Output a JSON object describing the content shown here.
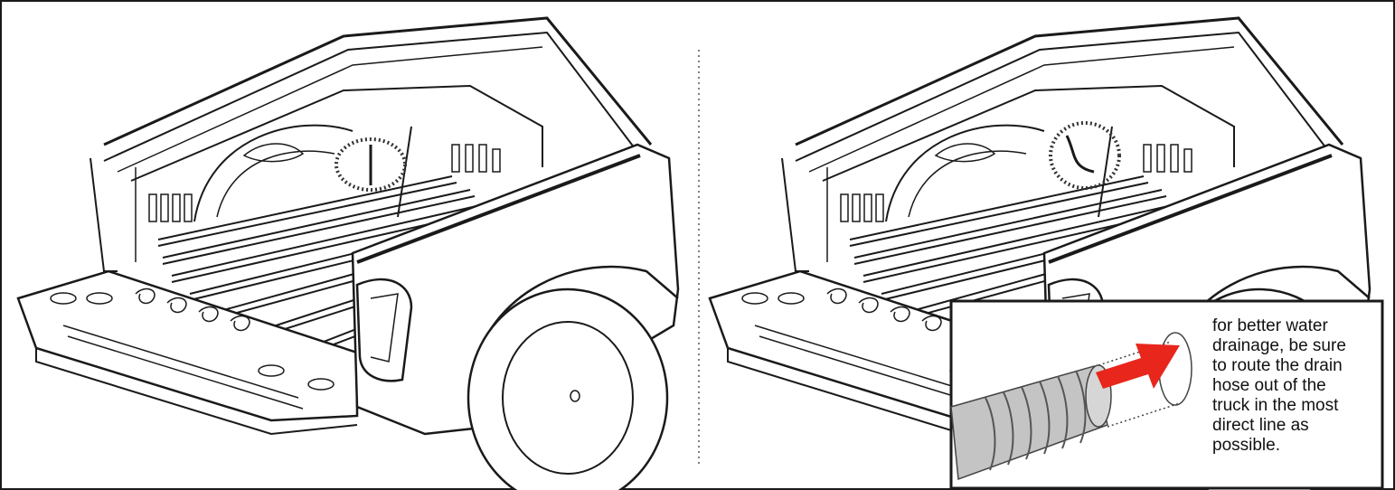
{
  "instruction": {
    "text_lines": [
      "for better water",
      "drainage, be sure",
      "to route the drain",
      "hose out of the",
      "truck in the most",
      "direct line as",
      "possible."
    ]
  },
  "colors": {
    "line": "#1a1a1a",
    "arrow": "#e8261c",
    "hose": "#b8b8b8",
    "highlight": "#333333"
  },
  "icons": {
    "left_panel": "truck-bed-drain-before",
    "right_panel": "truck-bed-drain-after",
    "inset": "drain-hose-arrow"
  }
}
